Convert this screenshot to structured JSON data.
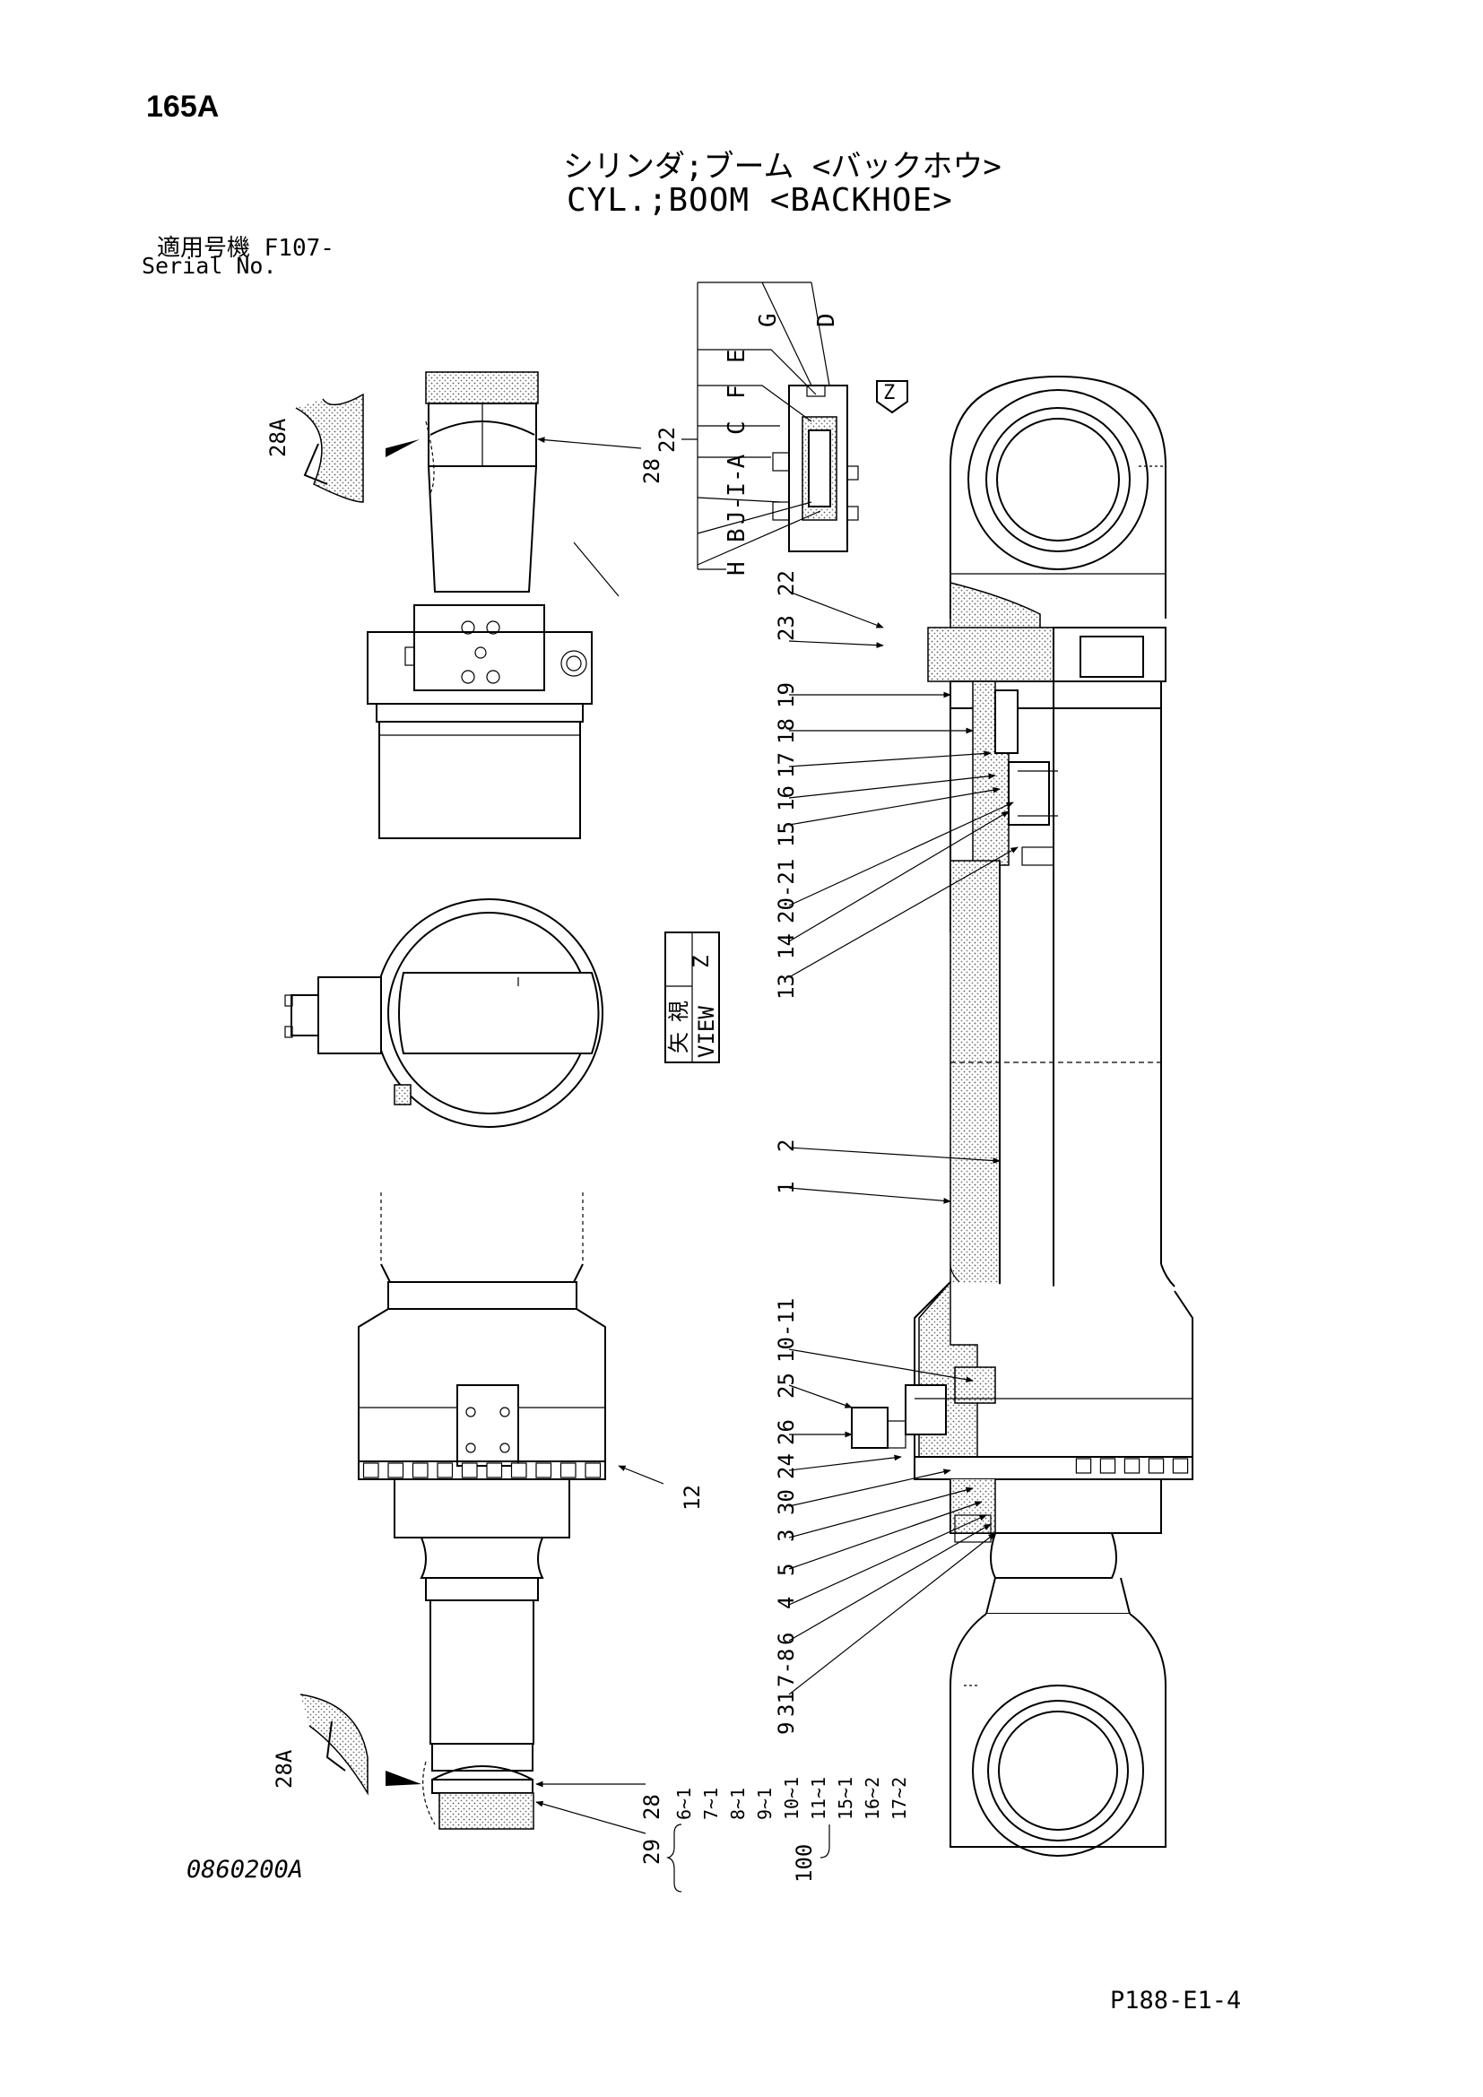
{
  "header": {
    "page_code": "165A",
    "title_jp": "シリンダ;ブーム <バックホウ>",
    "title_en": "CYL.;BOOM <BACKHOE>",
    "serial_label_jp": "適用号機  F107-",
    "serial_label_en": "Serial No."
  },
  "footer": {
    "drawing_number": "0860200A",
    "page_reference": "P188-E1-4"
  },
  "view_label": {
    "jp_1": "矢",
    "jp_2": "視",
    "letter": "Z",
    "en": "VIEW"
  },
  "view_arrow_letter": "Z",
  "detail_box": {
    "number": "22",
    "letters": [
      "H",
      "B",
      "J-I-A",
      "C",
      "F",
      "E",
      "G",
      "D"
    ]
  },
  "callouts_main": [
    "22",
    "23",
    "19",
    "18",
    "17",
    "16",
    "15",
    "20-21",
    "14",
    "13",
    "2",
    "1",
    "10-11",
    "25",
    "26",
    "24",
    "30",
    "3",
    "5",
    "4",
    "6",
    "7-8",
    "31",
    "9"
  ],
  "callouts_left": [
    "28A",
    "28",
    "12",
    "28A",
    "28",
    "29"
  ],
  "kit": {
    "number": "100",
    "items": [
      "6~1",
      "7~1",
      "8~1",
      "9~1",
      "10~1",
      "11~1",
      "15~1",
      "16~2",
      "17~2"
    ]
  }
}
